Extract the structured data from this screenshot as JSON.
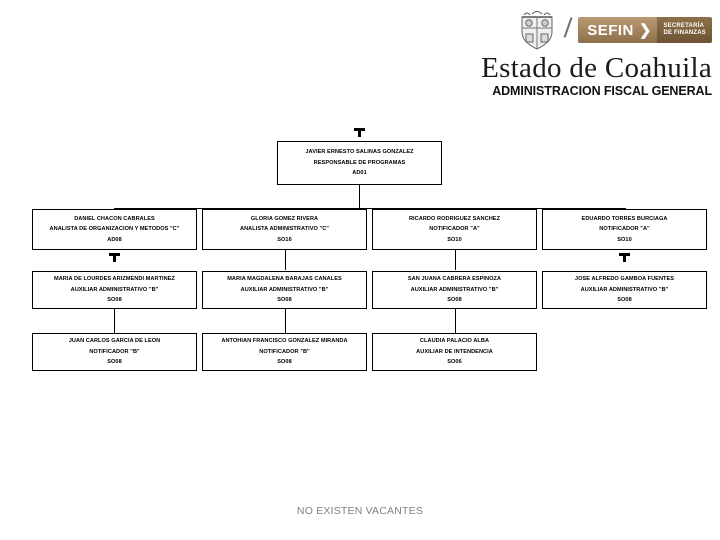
{
  "header": {
    "crest_alt": "coahuila-coat-of-arms",
    "slash": "/",
    "sefin_word": "SEFIN",
    "sefin_arrow": "❯",
    "sefin_sub_line1": "SECRETARÍA",
    "sefin_sub_line2": "DE FINANZAS",
    "estado": "Estado de Coahuila",
    "subtitle": "ADMINISTRACION FISCAL GENERAL"
  },
  "chart": {
    "root": {
      "name": "JAVIER ERNESTO SALINAS GONZALEZ",
      "position": "RESPONSABLE DE PROGRAMAS",
      "code": "AD01"
    },
    "row2": [
      {
        "name": "DANIEL CHACON CABRALES",
        "position": "ANALISTA DE ORGANIZACION Y METODOS \"C\"",
        "code": "AD08"
      },
      {
        "name": "GLORIA GOMEZ RIVERA",
        "position": "ANALISTA ADMINISTRATIVO \"C\"",
        "code": "SO16"
      },
      {
        "name": "RICARDO RODRIGUEZ SANCHEZ",
        "position": "NOTIFICADOR \"A\"",
        "code": "SO10"
      },
      {
        "name": "EDUARDO TORRES BURCIAGA",
        "position": "NOTIFICADOR \"A\"",
        "code": "SO10"
      }
    ],
    "row3": [
      {
        "name": "MARIA DE LOURDES ARIZMENDI MARTINEZ",
        "position": "AUXILIAR ADMINISTRATIVO \"B\"",
        "code": "SO08"
      },
      {
        "name": "MARIA MAGDALENA BARAJAS CANALES",
        "position": "AUXILIAR ADMINISTRATIVO \"B\"",
        "code": "SO08"
      },
      {
        "name": "SAN JUANA CABRERA ESPINOZA",
        "position": "AUXILIAR ADMINISTRATIVO \"B\"",
        "code": "SO08"
      },
      {
        "name": "JOSE ALFREDO GAMBOA FUENTES",
        "position": "AUXILIAR ADMINISTRATIVO \"B\"",
        "code": "SO08"
      }
    ],
    "row4": [
      {
        "name": "JUAN CARLOS GARCIA DE LEON",
        "position": "NOTIFICADOR \"B\"",
        "code": "SO08"
      },
      {
        "name": "ANTOHIAN FRANCISCO GONZALEZ MIRANDA",
        "position": "NOTIFICADOR \"B\"",
        "code": "SO08"
      },
      {
        "name": "CLAUDIA PALACIO ALBA",
        "position": "AUXILIAR DE INTENDENCIA",
        "code": "SO06"
      }
    ]
  },
  "footer": {
    "note": "NO EXISTEN VACANTES"
  },
  "colors": {
    "sefin_tan": "#a8875c",
    "sefin_dark": "#6d5334",
    "box_border": "#000000",
    "footer_text": "#808080"
  }
}
